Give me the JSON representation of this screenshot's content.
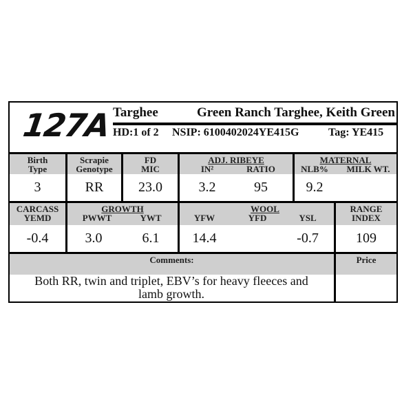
{
  "lot": "127A",
  "breed": "Targhee",
  "breeder": "Green Ranch Targhee, Keith Green",
  "hd": "HD:1 of 2",
  "nsip": "NSIP: 6100402024YE415G",
  "tag": "Tag: YE415",
  "row1": {
    "birth_type_label": "Birth",
    "birth_type_label2": "Type",
    "birth_type": "3",
    "scrapie_label": "Scrapie",
    "scrapie_label2": "Genotype",
    "scrapie": "RR",
    "fd_label": "FD",
    "fd_label2": "MIC",
    "fd_mic": "23.0",
    "ribeye_label": "ADJ. RIBEYE",
    "in2_label": "IN²",
    "ratio_label": "RATIO",
    "in2": "3.2",
    "ratio": "95",
    "maternal_label": "MATERNAL",
    "nlb_label": "NLB%",
    "milk_label": "MILK WT.",
    "nlb": "9.2",
    "milk": ""
  },
  "row2": {
    "carcass_label": "CARCASS",
    "yemd_label": "YEMD",
    "yemd": "-0.4",
    "growth_label": "GROWTH",
    "pwwt_label": "PWWT",
    "ywt_label": "YWT",
    "pwwt": "3.0",
    "ywt": "6.1",
    "wool_label": "WOOL",
    "yfw_label": "YFW",
    "yfd_label": "YFD",
    "ysl_label": "YSL",
    "yfw": "14.4",
    "yfd": "",
    "ysl": "-0.7",
    "range_label": "RANGE",
    "range_label2": "INDEX",
    "range_index": "109"
  },
  "comments_label": "Comments:",
  "comments": "Both RR, twin and triplet, EBV’s for heavy fleeces and lamb growth.",
  "price_label": "Price"
}
